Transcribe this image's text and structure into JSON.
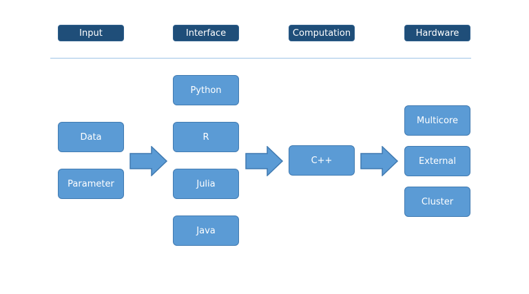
{
  "headers": [
    "Input",
    "Interface",
    "Computation",
    "Hardware"
  ],
  "input": [
    "Data",
    "Parameter"
  ],
  "interface": [
    "Python",
    "R",
    "Julia",
    "Java"
  ],
  "computation": [
    "C++"
  ],
  "hardware": [
    "Multicore",
    "External",
    "Cluster"
  ],
  "colors": {
    "header_fill": "#1f4e79",
    "node_fill": "#5b9bd5",
    "node_border": "#3f79b0",
    "divider": "#9dc3e6"
  }
}
